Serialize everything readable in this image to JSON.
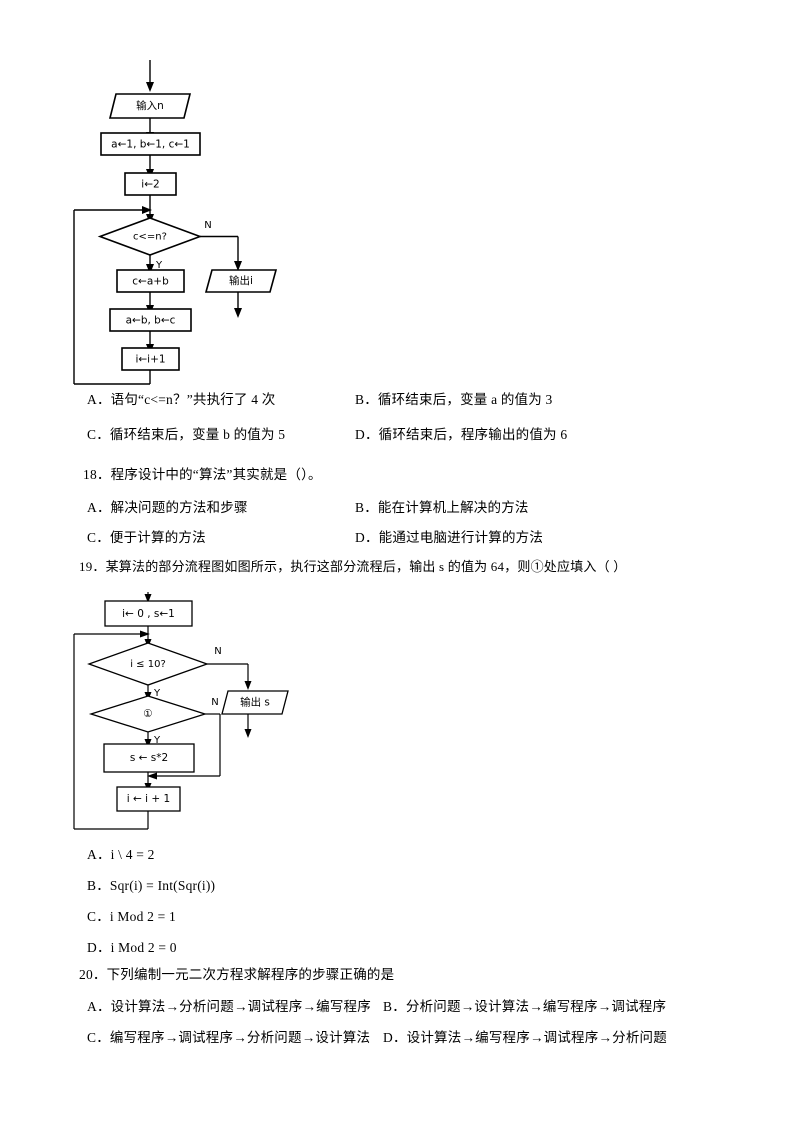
{
  "document": {
    "type": "exam-worksheet",
    "language": "zh-CN"
  },
  "flowchart1": {
    "name": "fibonacci-flowchart",
    "nodes": {
      "input_n": "输入n",
      "init_abc": "a←1, b←1, c←1",
      "init_i": "i←2",
      "cond": "c<=n?",
      "assign_c": "c←a+b",
      "assign_ab": "a←b, b←c",
      "incr_i": "i←i+1",
      "output_i": "输出i"
    },
    "branch_yes": "Y",
    "branch_no": "N"
  },
  "question17_options": {
    "a": "A．语句“c<=n？”共执行了 4 次",
    "b": "B．循环结束后，变量 a 的值为 3",
    "c": "C．循环结束后，变量 b 的值为 5",
    "d": "D．循环结束后，程序输出的值为 6"
  },
  "question18": {
    "stem": "18．程序设计中的“算法”其实就是（）。",
    "a": "A．解决问题的方法和步骤",
    "b": "B．能在计算机上解决的方法",
    "c": "C．便于计算的方法",
    "d": "D．能通过电脑进行计算的方法"
  },
  "question19": {
    "stem": "19．某算法的部分流程图如图所示，执行这部分流程后，输出 s 的值为 64，则①处应填入（            ）",
    "a": "A．i \\ 4 = 2",
    "b": "B．Sqr(i) = Int(Sqr(i))",
    "c": "C．i Mod 2 = 1",
    "d": "D．i Mod 2 = 0"
  },
  "flowchart2": {
    "name": "s-doubling-flowchart",
    "nodes": {
      "init": "i← 0 , s←1",
      "cond_i": "i  ≤ 10?",
      "cond_mark": "①",
      "assign_s": "s ← s*2",
      "incr_i": "i ← i + 1",
      "output_s": "输出 s"
    },
    "branch_yes": "Y",
    "branch_no": "N"
  },
  "question20": {
    "stem": "20．下列编制一元二次方程求解程序的步骤正确的是",
    "a": "A．设计算法→分析问题→调试程序→编写程序",
    "b": "B．分析问题→设计算法→编写程序→调试程序",
    "c": "C．编写程序→调试程序→分析问题→设计算法",
    "d": "D．设计算法→编写程序→调试程序→分析问题"
  },
  "colors": {
    "ink": "#000000",
    "paper": "#ffffff"
  }
}
